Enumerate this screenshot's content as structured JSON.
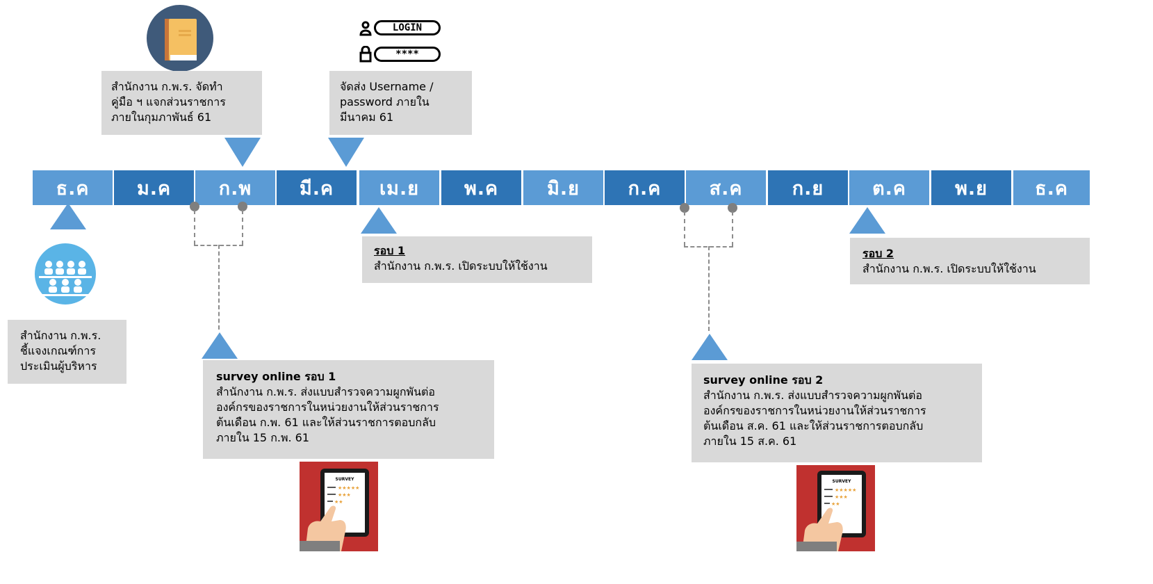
{
  "months": [
    "ธ.ค",
    "ม.ค",
    "ก.พ",
    "มี.ค",
    "เม.ย",
    "พ.ค",
    "มิ.ย",
    "ก.ค",
    "ส.ค",
    "ก.ย",
    "ต.ค",
    "พ.ย",
    "ธ.ค"
  ],
  "login_icon": {
    "user_label": "LOGIN",
    "pass_label": "****"
  },
  "events": {
    "manual": {
      "lines": [
        "สำนักงาน ก.พ.ร. จัดทำ",
        "คู่มือ ฯ แจกส่วนราชการ",
        "ภายในกุมภาพันธ์ 61"
      ]
    },
    "login": {
      "lines": [
        "จัดส่ง Username /",
        "password  ภายใน",
        "มีนาคม 61"
      ]
    },
    "briefing": {
      "lines": [
        "สำนักงาน ก.พ.ร.",
        "ชี้แจงเกณฑ์การ",
        "ประเมินผู้บริหาร"
      ]
    },
    "round1": {
      "title": "รอบ 1",
      "text": "สำนักงาน ก.พ.ร. เปิดระบบให้ใช้งาน"
    },
    "round2": {
      "title": "รอบ 2",
      "text": "สำนักงาน ก.พ.ร. เปิดระบบให้ใช้งาน"
    },
    "survey1": {
      "title": "survey online รอบ 1",
      "lines": [
        "สำนักงาน ก.พ.ร. ส่งแบบสำรวจความผูกพันต่อ",
        "องค์กรของราชการในหน่วยงานให้ส่วนราชการ",
        "ต้นเดือน ก.พ. 61  และให้ส่วนราชการตอบกลับ",
        "ภายใน 15 ก.พ. 61"
      ]
    },
    "survey2": {
      "title": "survey online รอบ 2",
      "lines": [
        "สำนักงาน ก.พ.ร. ส่งแบบสำรวจความผูกพันต่อ",
        "องค์กรของราชการในหน่วยงานให้ส่วนราชการ",
        "ต้นเดือน ส.ค. 61 และให้ส่วนราชการตอบกลับ",
        "ภายใน 15 ส.ค. 61"
      ]
    }
  },
  "tablet_label": "SURVEY",
  "colors": {
    "bar_light": "#5b9bd5",
    "bar_dark": "#2e74b5",
    "box_bg": "#d9d9d9",
    "tablet_bg": "#c0312f"
  }
}
